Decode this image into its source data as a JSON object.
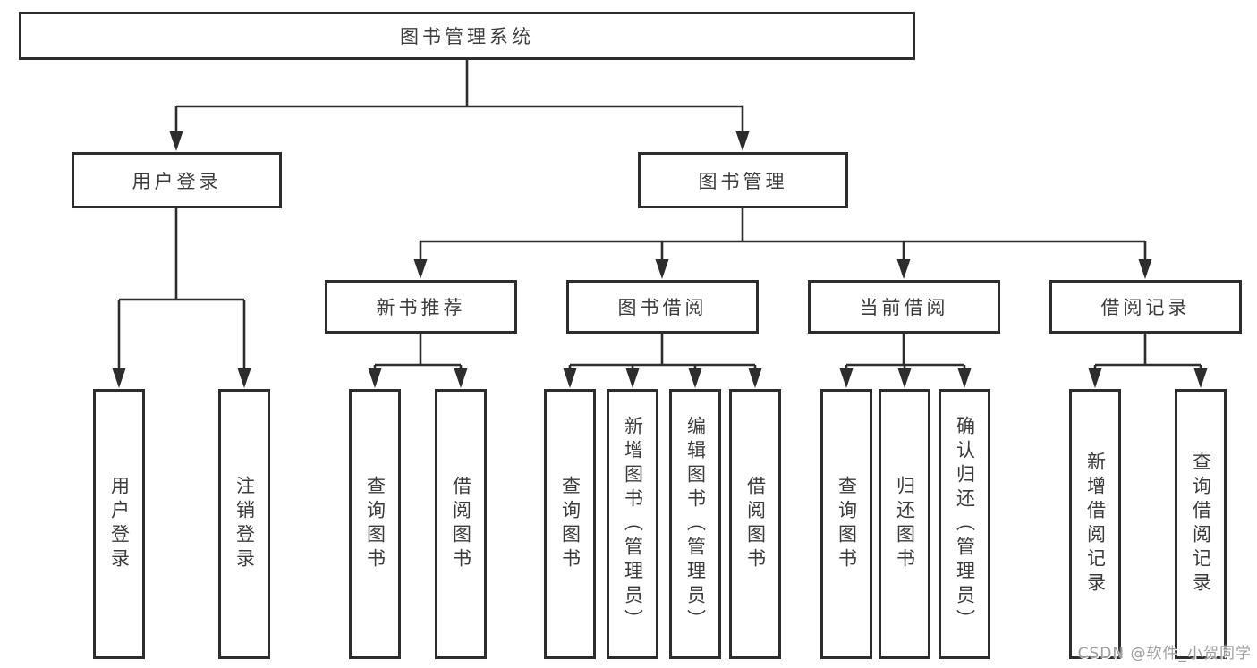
{
  "tree": {
    "root": {
      "label": "图书管理系统"
    },
    "level2": [
      {
        "label": "用户登录"
      },
      {
        "label": "图书管理"
      }
    ],
    "level3": [
      {
        "label": "新书推荐",
        "parent": "图书管理"
      },
      {
        "label": "图书借阅",
        "parent": "图书管理"
      },
      {
        "label": "当前借阅",
        "parent": "图书管理"
      },
      {
        "label": "借阅记录",
        "parent": "图书管理"
      }
    ],
    "leaves": [
      {
        "label": "用户登录",
        "parent": "用户登录"
      },
      {
        "label": "注销登录",
        "parent": "用户登录"
      },
      {
        "label": "查询图书",
        "parent": "新书推荐"
      },
      {
        "label": "借阅图书",
        "parent": "新书推荐"
      },
      {
        "label": "查询图书",
        "parent": "图书借阅"
      },
      {
        "label": "新增图书（管理员）",
        "parent": "图书借阅"
      },
      {
        "label": "编辑图书（管理员）",
        "parent": "图书借阅"
      },
      {
        "label": "借阅图书",
        "parent": "图书借阅"
      },
      {
        "label": "查询图书",
        "parent": "当前借阅"
      },
      {
        "label": "归还图书",
        "parent": "当前借阅"
      },
      {
        "label": "确认归还（管理员）",
        "parent": "当前借阅"
      },
      {
        "label": "新增借阅记录",
        "parent": "借阅记录"
      },
      {
        "label": "查询借阅记录",
        "parent": "借阅记录"
      }
    ]
  },
  "watermark": "CSDN @软件_小贺同学",
  "colors": {
    "line": "#2d2d2d",
    "text": "#3c3c3c",
    "watermark": "#9e9e9e",
    "background": "#ffffff"
  }
}
